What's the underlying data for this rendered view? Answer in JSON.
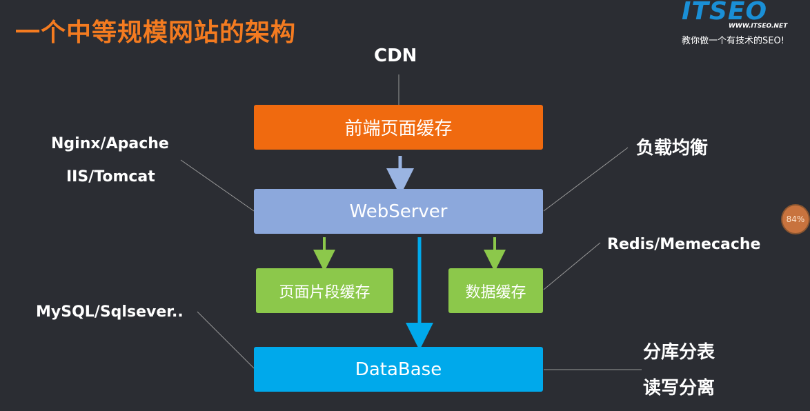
{
  "title": "一个中等规模网站的架构",
  "logo": {
    "name": "ITSEO",
    "url": "WWW.ITSEO.NET",
    "slogan": "教你做一个有技术的SEO!"
  },
  "labels": {
    "cdn": "CDN",
    "nginx": "Nginx/Apache",
    "iis": "IIS/Tomcat",
    "load_balance": "负载均衡",
    "redis": "Redis/Memecache",
    "mysql": "MySQL/Sqlsever..",
    "sharding": "分库分表",
    "rw_split": "读写分离"
  },
  "boxes": {
    "frontend_cache": "前端页面缓存",
    "webserver": "WebServer",
    "fragment_cache": "页面片段缓存",
    "data_cache": "数据缓存",
    "database": "DataBase"
  },
  "badge": "84%",
  "colors": {
    "title": "#f47b20",
    "frontend_cache": "#f06a0f",
    "webserver": "#8ca8dc",
    "cache": "#8cc84b",
    "database": "#00a9eb"
  }
}
